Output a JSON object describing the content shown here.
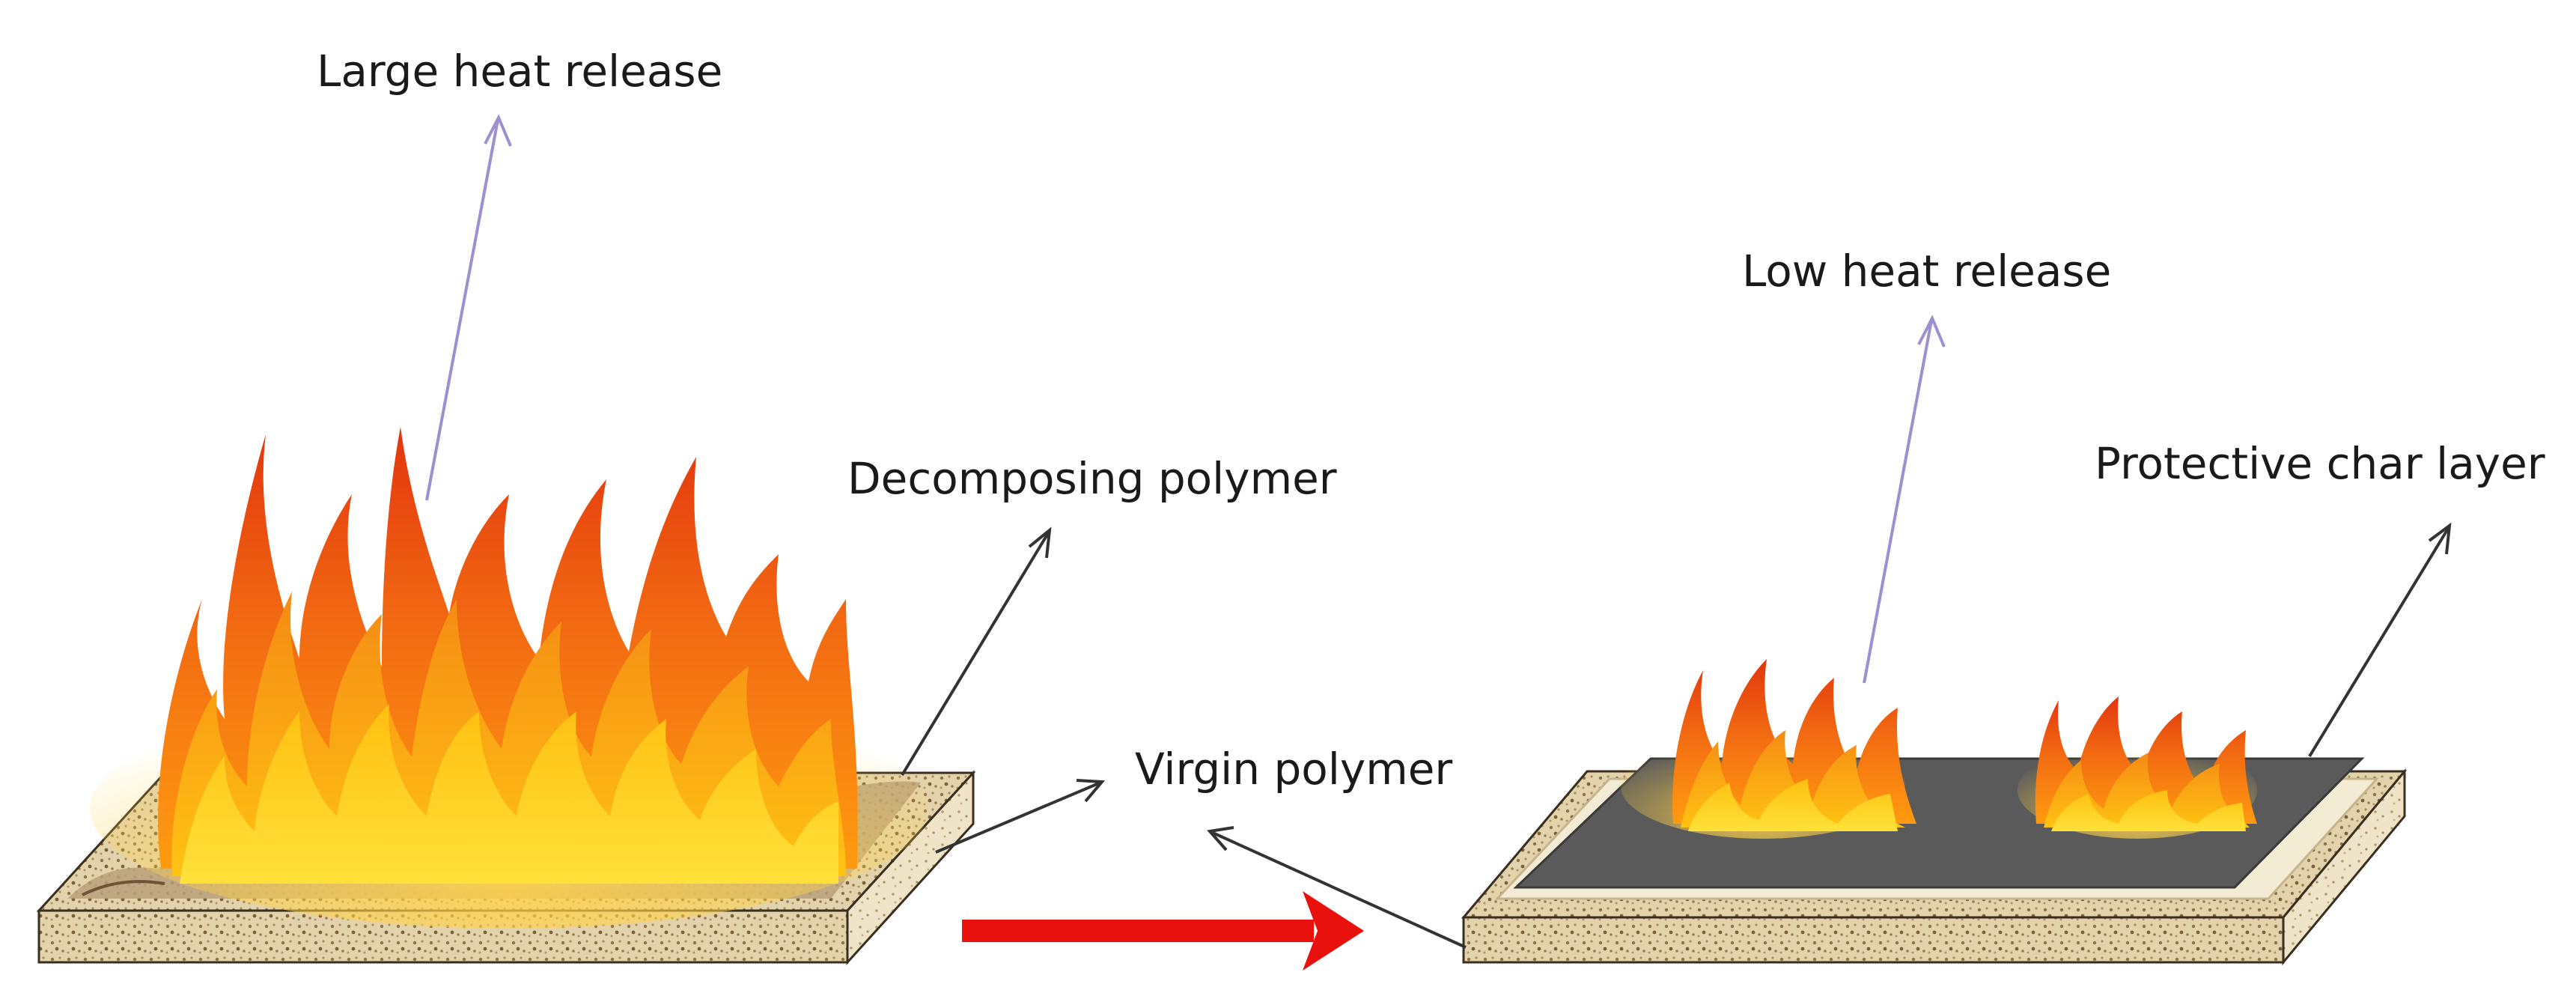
{
  "labels": {
    "large_heat_release": "Large heat release",
    "decomposing_polymer": "Decomposing polymer",
    "virgin_polymer": "Virgin polymer",
    "low_heat_release": "Low heat release",
    "protective_char_layer": "Protective char layer"
  },
  "colors": {
    "heat_arrow": "#9d8fd0",
    "pointer_arrow": "#333333",
    "process_arrow": "#e8110e",
    "char_layer": "#5a5a5a",
    "slab_face": "#dccba4",
    "flame_outer": "#e8420f",
    "flame_mid": "#f47b14",
    "flame_inner": "#ffcc12"
  },
  "icons": {
    "left_scene": "burning-polymer-slab",
    "right_scene": "charred-polymer-slab",
    "process_arrow": "right-arrow"
  }
}
